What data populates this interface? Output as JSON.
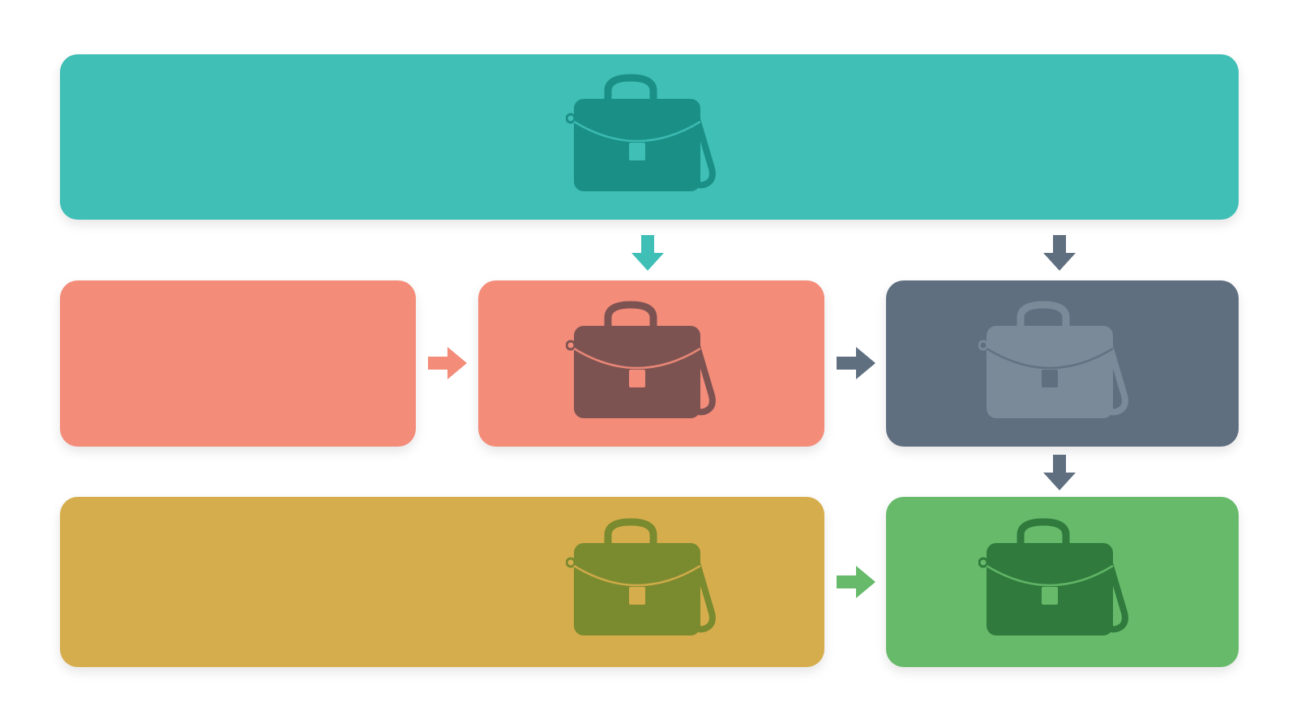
{
  "colors": {
    "teal": "#3fbfb6",
    "teal_dark": "#1a8f86",
    "coral": "#f48c7a",
    "coral_dark": "#7d5352",
    "slate": "#5f6f80",
    "slate_light": "#7a8a98",
    "mustard": "#d6ad4d",
    "olive": "#7a8a2e",
    "green": "#66ba6a",
    "green_dark": "#2f7a3c"
  },
  "blocks": [
    {
      "id": "top",
      "color": "teal",
      "icon": "briefcase-icon"
    },
    {
      "id": "mid-1",
      "color": "coral",
      "icon": null
    },
    {
      "id": "mid-2",
      "color": "coral",
      "icon": "briefcase-icon"
    },
    {
      "id": "mid-3",
      "color": "slate",
      "icon": "briefcase-icon"
    },
    {
      "id": "bot-1",
      "color": "mustard",
      "icon": "briefcase-icon"
    },
    {
      "id": "bot-2",
      "color": "green",
      "icon": "briefcase-icon"
    }
  ]
}
